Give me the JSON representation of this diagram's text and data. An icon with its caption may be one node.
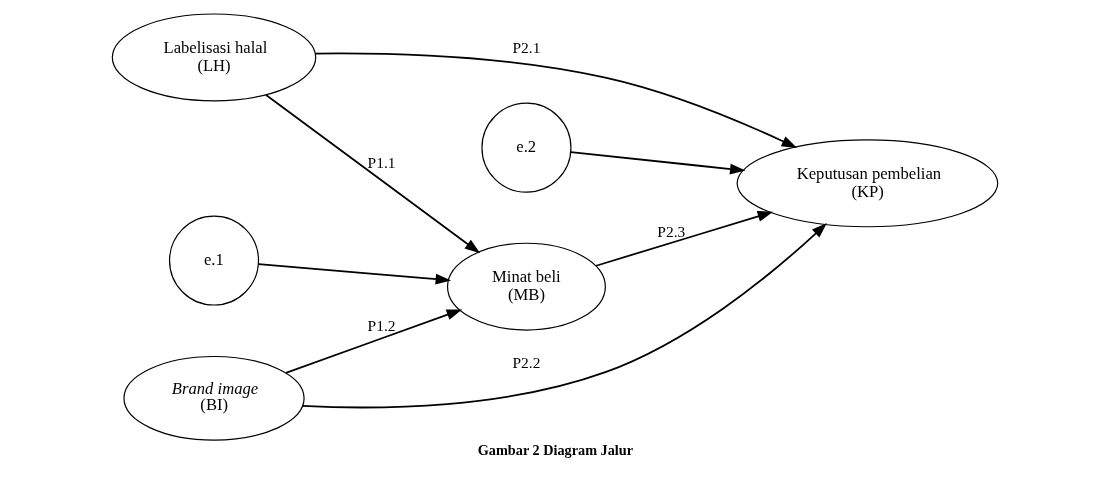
{
  "diagram": {
    "caption": "Gambar 2 Diagram Jalur",
    "nodes": [
      {
        "text": [
          "Labelisasi halal",
          "(LH)"
        ]
      },
      {
        "text": [
          "e.1"
        ]
      },
      {
        "text": [
          "e.2"
        ]
      },
      {
        "text": [
          "Minat beli",
          "(MB)"
        ]
      },
      {
        "text": [
          "Keputusan pembelian",
          "(KP)"
        ]
      },
      {
        "text": [
          "Brand image",
          "(BI)"
        ]
      }
    ],
    "edges": [
      {
        "from": 0,
        "to": 4,
        "arrow": "to",
        "label": "P2.1"
      },
      {
        "from": 1,
        "to": 3,
        "arrow": "to"
      },
      {
        "from": 2,
        "to": 4,
        "arrow": "to"
      },
      {
        "from": 0,
        "to": 3,
        "arrow": "to",
        "label": "P1.1"
      },
      {
        "from": 3,
        "to": 4,
        "arrow": "to",
        "label": "P2.3"
      },
      {
        "from": 5,
        "to": 3,
        "arrow": "to",
        "label": "P1.2"
      },
      {
        "from": 5,
        "to": 4,
        "arrow": "to",
        "label": "P2.2"
      }
    ]
  }
}
